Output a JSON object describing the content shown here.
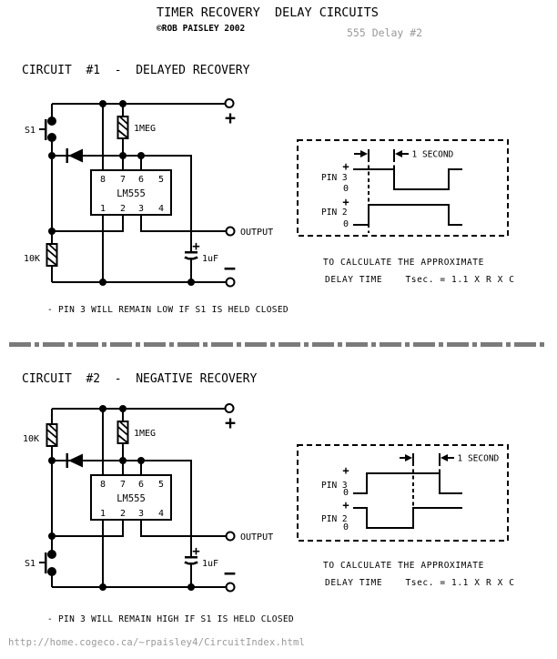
{
  "header": {
    "title": "TIMER RECOVERY  DELAY CIRCUITS",
    "copyright": "©ROB PAISLEY 2002",
    "page_label": "555 Delay #2"
  },
  "circuit1": {
    "heading": "CIRCUIT  #1  -  DELAYED RECOVERY",
    "labels": {
      "switch": "S1",
      "r1meg": "1MEG",
      "r10k": "10K",
      "ic": "LM555",
      "output": "OUTPUT",
      "cap": "1uF",
      "cap_plus": "+",
      "vplus": "+",
      "vminus": "−"
    },
    "ic_pins_top": [
      "8",
      "7",
      "6",
      "5"
    ],
    "ic_pins_bottom": [
      "1",
      "2",
      "3",
      "4"
    ],
    "timing": {
      "interval": "1 SECOND",
      "rows": [
        {
          "name": "PIN 3",
          "high": "+",
          "low": "0"
        },
        {
          "name": "PIN 2",
          "high": "+",
          "low": "0"
        }
      ]
    },
    "calc": [
      "TO CALCULATE THE APPROXIMATE",
      "DELAY TIME    Tsec. = 1.1 X R X C"
    ],
    "note": "- PIN 3 WILL REMAIN LOW IF S1 IS HELD CLOSED"
  },
  "circuit2": {
    "heading": "CIRCUIT  #2  -  NEGATIVE RECOVERY",
    "labels": {
      "switch": "S1",
      "r1meg": "1MEG",
      "r10k": "10K",
      "ic": "LM555",
      "output": "OUTPUT",
      "cap": "1uF",
      "cap_plus": "+",
      "vplus": "+",
      "vminus": "−"
    },
    "ic_pins_top": [
      "8",
      "7",
      "6",
      "5"
    ],
    "ic_pins_bottom": [
      "1",
      "2",
      "3",
      "4"
    ],
    "timing": {
      "interval": "1 SECOND",
      "rows": [
        {
          "name": "PIN 3",
          "high": "+",
          "low": "0"
        },
        {
          "name": "PIN 2",
          "high": "+",
          "low": "0"
        }
      ]
    },
    "calc": [
      "TO CALCULATE THE APPROXIMATE",
      "DELAY TIME    Tsec. = 1.1 X R X C"
    ],
    "note": "- PIN 3 WILL REMAIN HIGH IF S1 IS HELD CLOSED"
  },
  "footer": {
    "url": "http://home.cogeco.ca/~rpaisley4/CircuitIndex.html"
  },
  "colors": {
    "ink": "#000000",
    "muted_text": "#999999",
    "divider": "#7b7b7b",
    "background": "#ffffff"
  }
}
